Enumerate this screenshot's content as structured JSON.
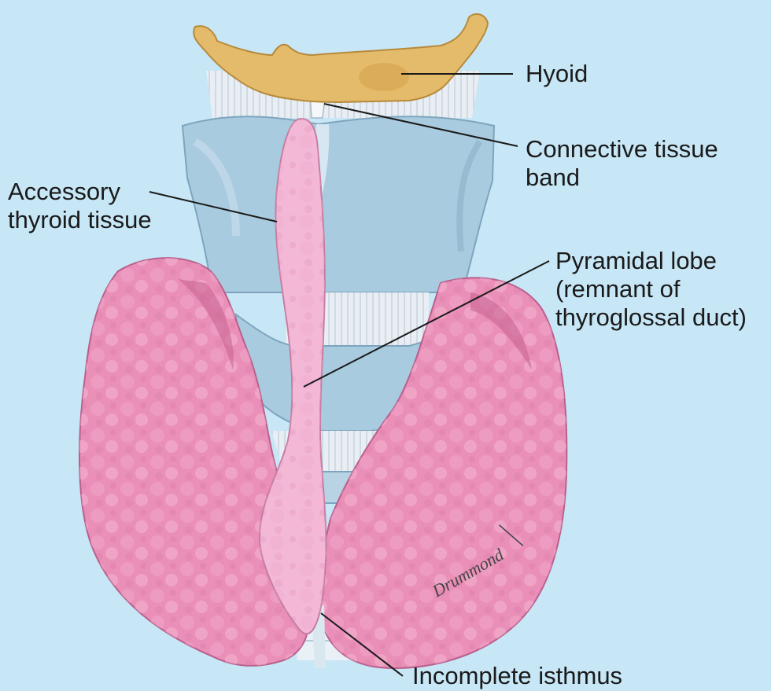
{
  "labels": {
    "hyoid": "Hyoid",
    "connective_line1": "Connective tissue",
    "connective_line2": "band",
    "accessory_line1": "Accessory",
    "accessory_line2": "thyroid tissue",
    "pyramidal_line1": "Pyramidal lobe",
    "pyramidal_line2": "(remnant of",
    "pyramidal_line3": "thyroglossal duct)",
    "isthmus": "Incomplete isthmus"
  },
  "signature": "Drummond",
  "colors": {
    "background": "#c7e6f6",
    "hyoid_bone": "#e4bb6a",
    "cartilage": "#a9cbdf",
    "thyroid_tissue": "#ea8fb7",
    "pyramidal_lobe": "#f3b8d6",
    "leader_line": "#1a1a1a"
  }
}
